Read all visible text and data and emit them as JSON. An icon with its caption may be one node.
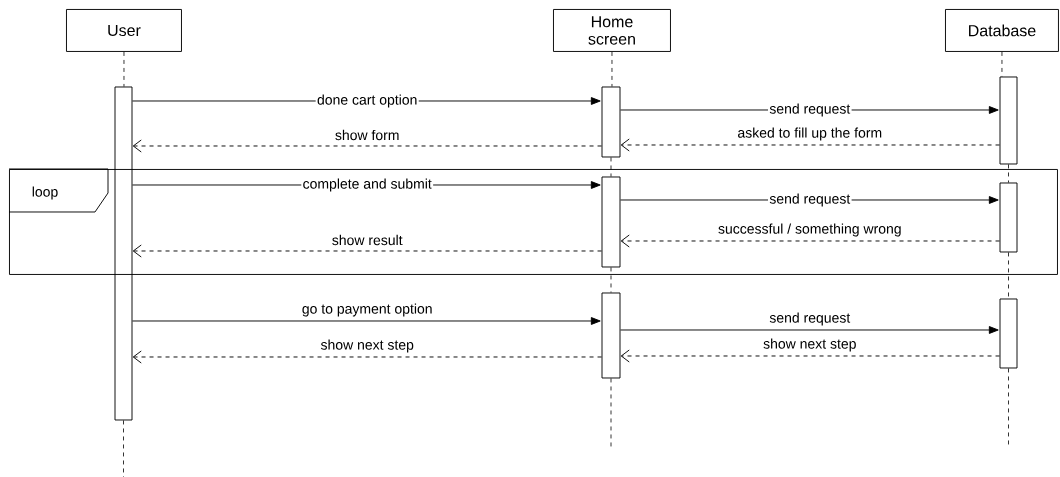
{
  "diagram": {
    "nodes": [
      {
        "text": [
          "User"
        ]
      },
      {
        "text": [
          "Home screen"
        ]
      },
      {
        "text": [
          "Database"
        ]
      },
      {
        "text": [],
        "shape": "bar"
      },
      {
        "text": [],
        "shape": "bar"
      },
      {
        "text": [],
        "shape": "bar"
      },
      {
        "text": [
          "loop"
        ]
      },
      {
        "text": [],
        "shape": "bar",
        "in": 6
      },
      {
        "text": [],
        "shape": "bar",
        "in": 6
      },
      {
        "text": [],
        "shape": "bar"
      },
      {
        "text": [],
        "shape": "bar"
      }
    ],
    "edges": [
      {
        "from": 3,
        "to": 4,
        "arrow": "to",
        "label": "done cart option"
      },
      {
        "from": 4,
        "to": 5,
        "arrow": "to",
        "label": "send request"
      },
      {
        "from": 5,
        "to": 4,
        "arrow": "to",
        "label": "asked to fill up the form",
        "style": "dashed"
      },
      {
        "from": 4,
        "to": 3,
        "arrow": "to",
        "label": "show form",
        "style": "dashed"
      },
      {
        "from": 3,
        "to": 7,
        "arrow": "to",
        "label": "complete and submit"
      },
      {
        "from": 7,
        "to": 8,
        "arrow": "to",
        "label": "send request"
      },
      {
        "from": 8,
        "to": 7,
        "arrow": "to",
        "label": "successful  / something wrong",
        "style": "dashed"
      },
      {
        "from": 7,
        "to": 3,
        "arrow": "to",
        "label": "show result",
        "style": "dashed"
      },
      {
        "from": 3,
        "to": 9,
        "arrow": "to",
        "label": "go to payment option"
      },
      {
        "from": 9,
        "to": 10,
        "arrow": "to",
        "label": "send request"
      },
      {
        "from": 10,
        "to": 9,
        "arrow": "to",
        "label": "show next step",
        "style": "dashed"
      },
      {
        "from": 9,
        "to": 3,
        "arrow": "to",
        "label": "show next step",
        "style": "dashed"
      },
      {
        "from": 0,
        "to": 3,
        "arrow": "none",
        "style": "dashed"
      },
      {
        "from": 1,
        "to": 4,
        "arrow": "none",
        "style": "dashed"
      },
      {
        "from": 2,
        "to": 5,
        "arrow": "none",
        "style": "dashed"
      },
      {
        "from": 4,
        "to": 7,
        "arrow": "none",
        "style": "dashed"
      },
      {
        "from": 5,
        "to": 8,
        "arrow": "none",
        "style": "dashed"
      },
      {
        "from": 7,
        "to": 9,
        "arrow": "none",
        "style": "dashed"
      },
      {
        "from": 8,
        "to": 10,
        "arrow": "none",
        "style": "dashed"
      },
      {
        "from": 3,
        "to": null,
        "arrow": "none",
        "style": "dashed"
      },
      {
        "from": 9,
        "to": null,
        "arrow": "none",
        "style": "dashed"
      },
      {
        "from": 10,
        "to": null,
        "arrow": "none",
        "style": "dashed"
      }
    ]
  }
}
